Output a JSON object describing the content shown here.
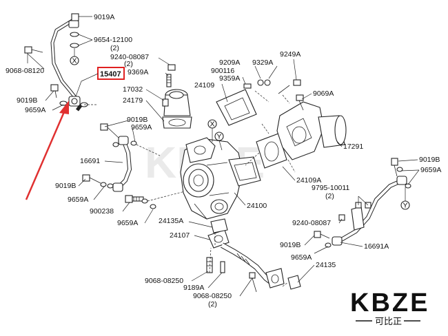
{
  "highlight": {
    "part_no": "15407",
    "color": "#e02020"
  },
  "arrow_color": "#e03030",
  "labels": [
    {
      "id": "l1",
      "text": "9019A"
    },
    {
      "id": "l2",
      "text": "9654-12100"
    },
    {
      "id": "l3",
      "text": "(2)"
    },
    {
      "id": "l4",
      "text": "9240-08087"
    },
    {
      "id": "l5",
      "text": "(2)"
    },
    {
      "id": "l6",
      "text": "9068-08120"
    },
    {
      "id": "l7",
      "text": "9369A"
    },
    {
      "id": "l8",
      "text": "17032"
    },
    {
      "id": "l9",
      "text": "24179"
    },
    {
      "id": "l10",
      "text": "9019B"
    },
    {
      "id": "l11",
      "text": "9659A"
    },
    {
      "id": "l12",
      "text": "9019B"
    },
    {
      "id": "l13",
      "text": "9659A"
    },
    {
      "id": "l14",
      "text": "16691"
    },
    {
      "id": "l15",
      "text": "9019B"
    },
    {
      "id": "l16",
      "text": "9659A"
    },
    {
      "id": "l17",
      "text": "900238"
    },
    {
      "id": "l18",
      "text": "9659A"
    },
    {
      "id": "l19",
      "text": "24135A"
    },
    {
      "id": "l20",
      "text": "24107"
    },
    {
      "id": "l21",
      "text": "9068-08250"
    },
    {
      "id": "l22",
      "text": "9189A"
    },
    {
      "id": "l23",
      "text": "9068-08250"
    },
    {
      "id": "l24",
      "text": "(2)"
    },
    {
      "id": "l25",
      "text": "24135"
    },
    {
      "id": "l26",
      "text": "9659A"
    },
    {
      "id": "l27",
      "text": "9019B"
    },
    {
      "id": "l28",
      "text": "16691A"
    },
    {
      "id": "l29",
      "text": "9240-08087"
    },
    {
      "id": "l30",
      "text": "9795-10011"
    },
    {
      "id": "l31",
      "text": "(2)"
    },
    {
      "id": "l32",
      "text": "24100"
    },
    {
      "id": "l33",
      "text": "24109A"
    },
    {
      "id": "l34",
      "text": "17291"
    },
    {
      "id": "l35",
      "text": "9069A"
    },
    {
      "id": "l36",
      "text": "9249A"
    },
    {
      "id": "l37",
      "text": "9209A"
    },
    {
      "id": "l38",
      "text": "9329A"
    },
    {
      "id": "l39",
      "text": "900116"
    },
    {
      "id": "l40",
      "text": "9359A"
    },
    {
      "id": "l41",
      "text": "24109"
    },
    {
      "id": "l42",
      "text": "9019B"
    },
    {
      "id": "l43",
      "text": "9659A"
    }
  ],
  "connectors": [
    {
      "id": "x1",
      "text": "X"
    },
    {
      "id": "x2",
      "text": "X"
    },
    {
      "id": "y1",
      "text": "Y"
    },
    {
      "id": "y2",
      "text": "Y"
    }
  ],
  "watermark": "KBZE",
  "logo": {
    "text": "KBZE",
    "sub": "可比正"
  }
}
